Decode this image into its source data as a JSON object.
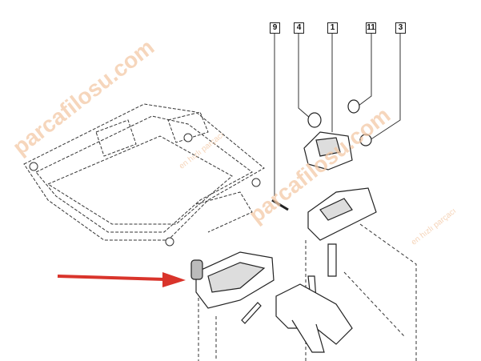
{
  "callouts": [
    {
      "id": "9",
      "label": "9"
    },
    {
      "id": "4",
      "label": "4"
    },
    {
      "id": "1",
      "label": "1"
    },
    {
      "id": "11",
      "label": "11"
    },
    {
      "id": "3",
      "label": "3"
    }
  ],
  "watermark": {
    "brand": "parcafilosu.com",
    "tagline": "en hızlı parçacı"
  },
  "colors": {
    "arrow": "#d9342b",
    "line": "#222222",
    "watermark": "#f3c9a6"
  }
}
